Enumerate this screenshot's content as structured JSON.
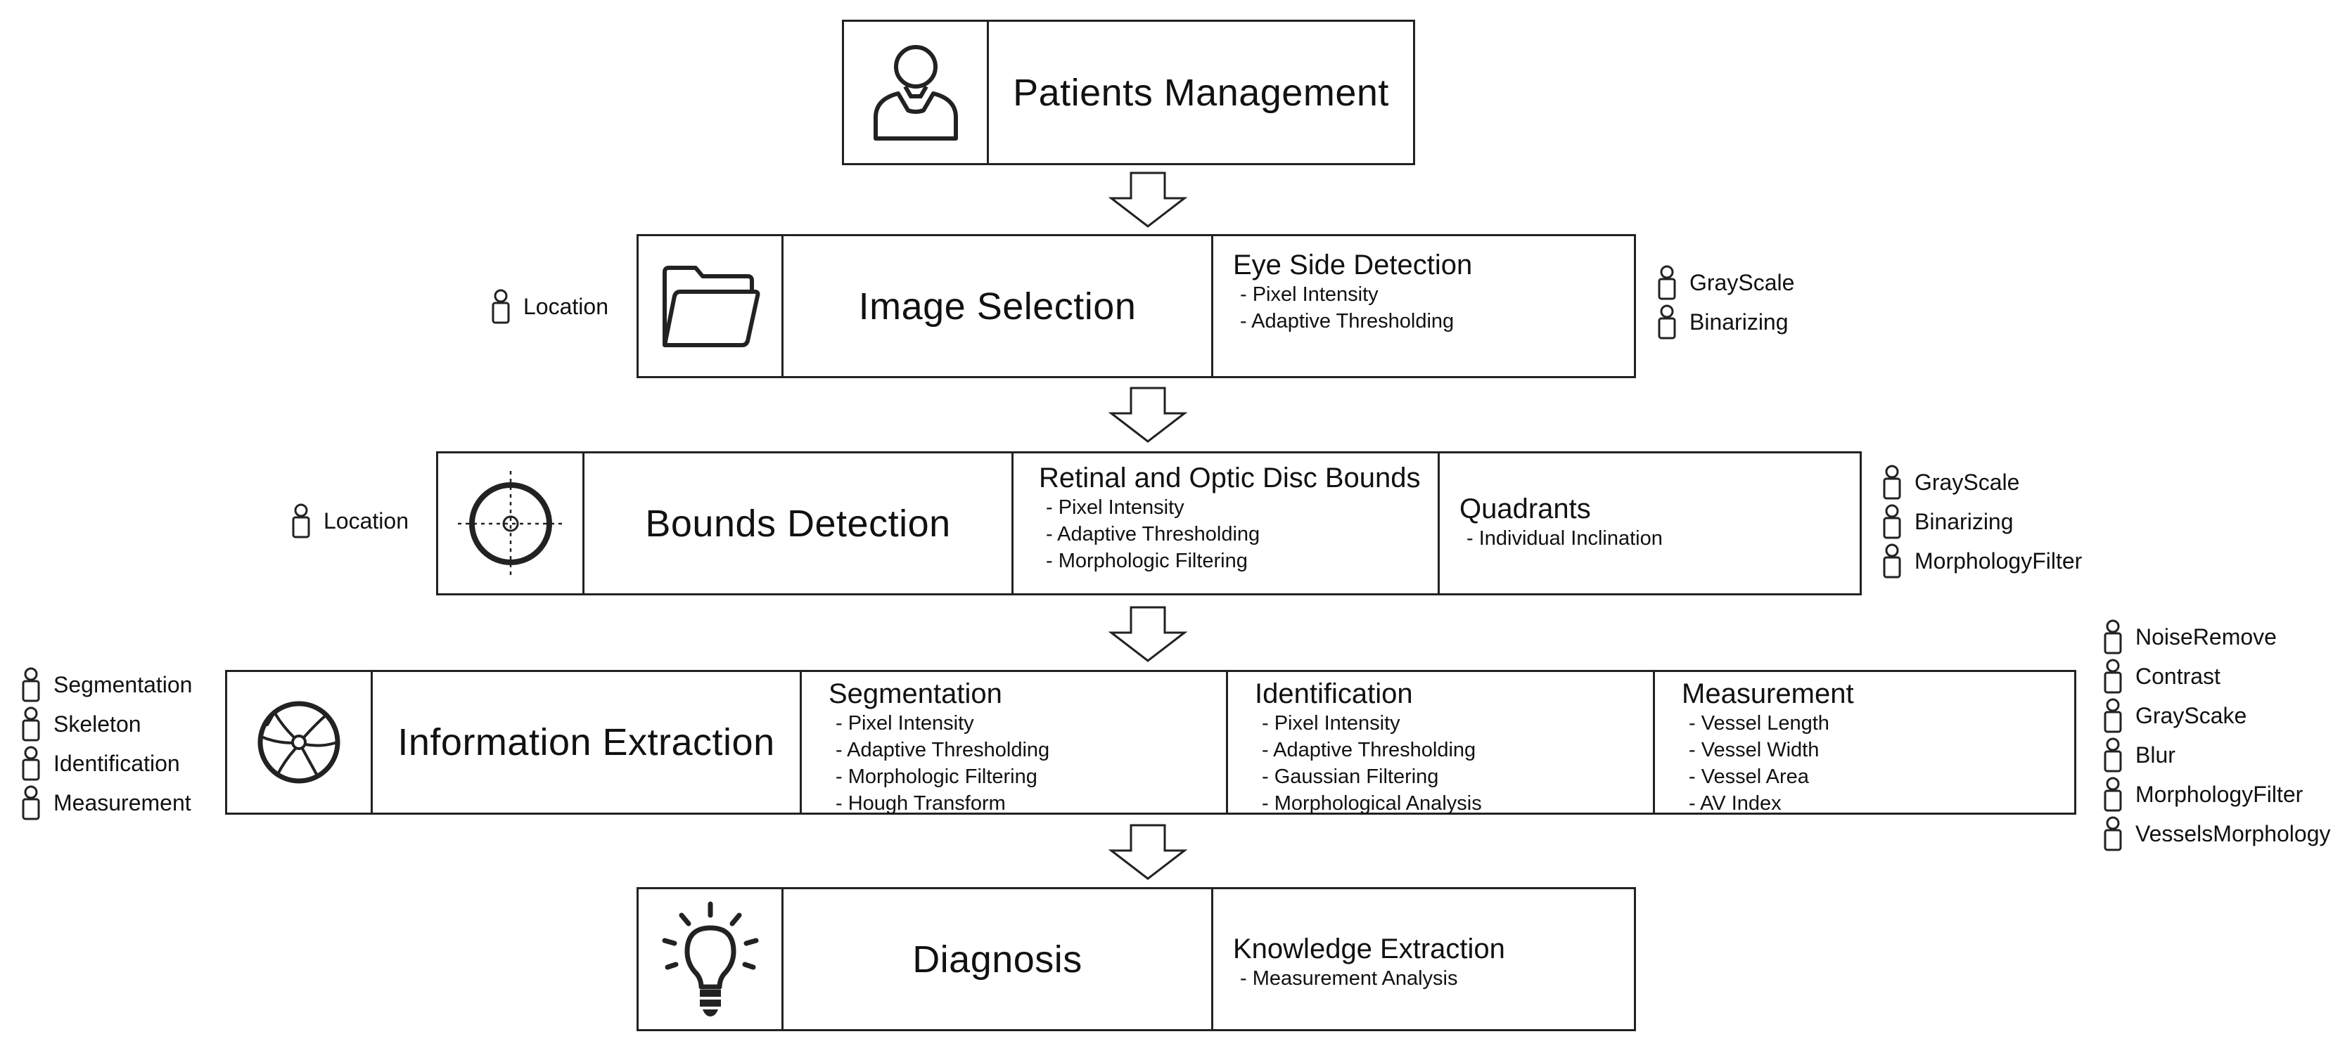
{
  "stages": [
    {
      "id": "patients",
      "icon": "user-icon",
      "title": "Patients Management",
      "details": []
    },
    {
      "id": "image-selection",
      "icon": "folder-icon",
      "title": "Image Selection",
      "details": [
        {
          "title": "Eye Side Detection",
          "items": [
            "- Pixel Intensity",
            "- Adaptive Thresholding"
          ]
        }
      ],
      "left_labels": [
        "Location"
      ],
      "right_labels": [
        "GrayScale",
        "Binarizing"
      ]
    },
    {
      "id": "bounds-detection",
      "icon": "target-icon",
      "title": "Bounds Detection",
      "details": [
        {
          "title": "Retinal and Optic Disc Bounds",
          "items": [
            "- Pixel Intensity",
            "- Adaptive Thresholding",
            "- Morphologic Filtering"
          ]
        },
        {
          "title": "Quadrants",
          "items": [
            "- Individual Inclination"
          ]
        }
      ],
      "left_labels": [
        "Location"
      ],
      "right_labels": [
        "GrayScale",
        "Binarizing",
        "MorphologyFilter"
      ]
    },
    {
      "id": "information-extraction",
      "icon": "retina-icon",
      "title": "Information Extraction",
      "details": [
        {
          "title": "Segmentation",
          "items": [
            "- Pixel Intensity",
            "- Adaptive Thresholding",
            "- Morphologic Filtering",
            "- Hough Transform"
          ]
        },
        {
          "title": "Identification",
          "items": [
            "- Pixel Intensity",
            "- Adaptive Thresholding",
            "- Gaussian Filtering",
            "- Morphological Analysis"
          ]
        },
        {
          "title": "Measurement",
          "items": [
            "- Vessel Length",
            "- Vessel Width",
            "- Vessel Area",
            "- AV Index"
          ]
        }
      ],
      "left_labels": [
        "Segmentation",
        "Skeleton",
        "Identification",
        "Measurement"
      ],
      "right_labels": [
        "NoiseRemove",
        "Contrast",
        "GrayScake",
        "Blur",
        "MorphologyFilter",
        "VesselsMorphology"
      ]
    },
    {
      "id": "diagnosis",
      "icon": "lightbulb-icon",
      "title": "Diagnosis",
      "details": [
        {
          "title": "Knowledge Extraction",
          "items": [
            "- Measurement Analysis"
          ]
        }
      ]
    }
  ]
}
